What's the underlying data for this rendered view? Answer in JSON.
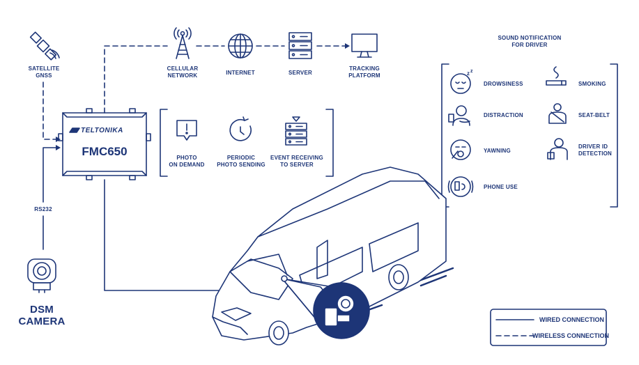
{
  "colors": {
    "primary": "#1d3577",
    "background": "#ffffff",
    "van_fill": "#ffffff"
  },
  "sources": {
    "satellite": {
      "icon": "satellite-icon",
      "label_line1": "SATELLITE",
      "label_line2": "GNSS"
    },
    "rs232_label": "RS232",
    "camera": {
      "icon": "dsm-camera-icon",
      "label_line1": "DSM",
      "label_line2": "CAMERA"
    }
  },
  "device": {
    "brand": "TELTONIKA",
    "model": "FMC650"
  },
  "pipeline": [
    {
      "icon": "cell-tower-icon",
      "line1": "CELLULAR",
      "line2": "NETWORK"
    },
    {
      "icon": "globe-icon",
      "line1": "INTERNET",
      "line2": ""
    },
    {
      "icon": "server-icon",
      "line1": "SERVER",
      "line2": ""
    },
    {
      "icon": "monitor-icon",
      "line1": "TRACKING",
      "line2": "PLATFORM"
    }
  ],
  "features": [
    {
      "icon": "photo-alert-icon",
      "line1": "PHOTO",
      "line2": "ON DEMAND"
    },
    {
      "icon": "clock-icon",
      "line1": "PERIODIC",
      "line2": "PHOTO SENDING"
    },
    {
      "icon": "server-event-icon",
      "line1": "EVENT RECEIVING",
      "line2": "TO SERVER"
    }
  ],
  "notifications": {
    "title_line1": "SOUND NOTIFICATION",
    "title_line2": "FOR DRIVER",
    "left": [
      {
        "icon": "drowsiness-icon",
        "label": "DROWSINESS"
      },
      {
        "icon": "distraction-icon",
        "label": "DISTRACTION"
      },
      {
        "icon": "yawning-icon",
        "label": "YAWNING"
      },
      {
        "icon": "phone-use-icon",
        "label": "PHONE USE"
      }
    ],
    "right": [
      {
        "icon": "smoking-icon",
        "label": "SMOKING",
        "label2": ""
      },
      {
        "icon": "seat-belt-icon",
        "label": "SEAT-BELT",
        "label2": ""
      },
      {
        "icon": "driver-id-icon",
        "label": "DRIVER ID",
        "label2": "DETECTION"
      }
    ]
  },
  "legend": {
    "wired": "WIRED CONNECTION",
    "wireless": "WIRELESS CONNECTION"
  }
}
